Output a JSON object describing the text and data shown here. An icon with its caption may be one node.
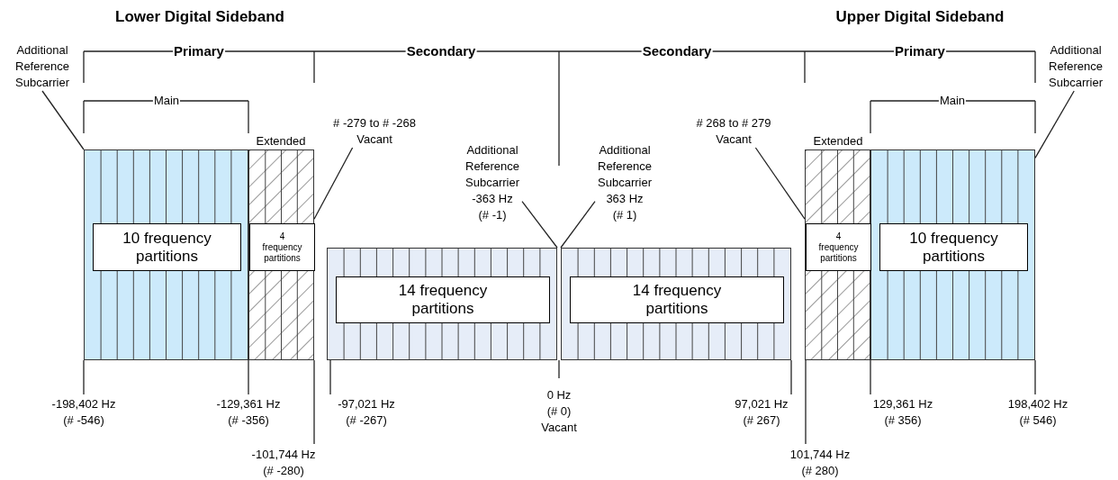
{
  "diagram": {
    "nodes": [
      {
        "text": [
          "Additional Reference Subcarrier"
        ]
      },
      {
        "text": [
          "Additional Reference Subcarrier"
        ]
      },
      {
        "text": [
          "# -279 to # -268 Vacant"
        ]
      },
      {
        "text": [
          "# 268 to # 279 Vacant"
        ]
      },
      {
        "text": [
          "Additional Reference Subcarrier -363 Hz (# -1)"
        ]
      },
      {
        "text": [
          "Additional Reference Subcarrier 363 Hz (# 1)"
        ]
      },
      {
        "text": [],
        "shape": "bar"
      },
      {
        "text": [
          "10 frequency partitions"
        ],
        "in": 6
      },
      {
        "text": [],
        "shape": "bar"
      },
      {
        "text": [
          "4 frequency partitions"
        ],
        "in": 8
      },
      {
        "text": [],
        "shape": "bar"
      },
      {
        "text": [
          "14 frequency partitions"
        ],
        "in": 10
      },
      {
        "text": [],
        "shape": "bar"
      },
      {
        "text": [
          "14 frequency partitions"
        ],
        "in": 12
      },
      {
        "text": [],
        "shape": "bar"
      },
      {
        "text": [
          "4 frequency partitions"
        ],
        "in": 14
      },
      {
        "text": [],
        "shape": "bar"
      },
      {
        "text": [
          "10 frequency partitions"
        ],
        "in": 16
      }
    ],
    "edges": [
      {
        "from": 0,
        "to": 6,
        "arrow": "none"
      },
      {
        "from": 1,
        "to": 16,
        "arrow": "none"
      },
      {
        "from": 2,
        "to": 8,
        "arrow": "none"
      },
      {
        "from": 3,
        "to": 14,
        "arrow": "none"
      },
      {
        "from": 4,
        "to": 10,
        "arrow": "none"
      },
      {
        "from": 5,
        "to": 12,
        "arrow": "none"
      }
    ],
    "labels": [
      "Lower Digital Sideband",
      "Upper Digital Sideband",
      "Primary",
      "Secondary",
      "Secondary",
      "Primary",
      "Main",
      "Main",
      "Extended",
      "Extended",
      "-198,402 Hz (# -546)",
      "-129,361 Hz (# -356)",
      "-97,021 Hz (# -267)",
      "0 Hz (# 0) Vacant",
      "97,021 Hz (# 267)",
      "129,361 Hz (# 356)",
      "198,402 Hz (# 546)",
      "-101,744 Hz (# -280)",
      "101,744 Hz (# 280)"
    ]
  }
}
